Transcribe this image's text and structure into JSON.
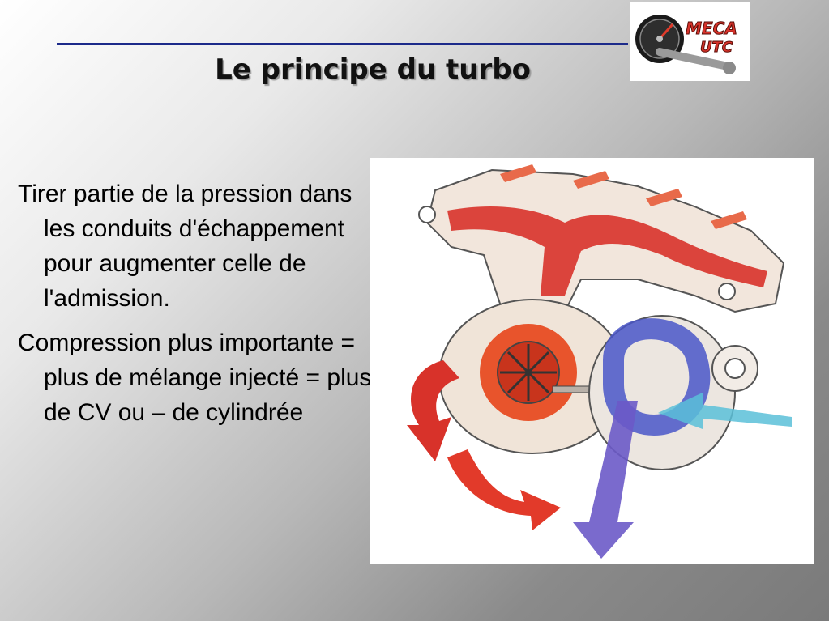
{
  "slide": {
    "title": "Le principe du turbo",
    "bullets": [
      "Tirer partie de la pression dans les conduits d'échappement pour augmenter celle de l'admission.",
      "Compression plus importante = plus de mélange injecté = plus de CV ou – de cylindrée"
    ]
  },
  "logo": {
    "line1": "MECA",
    "line2": "UTC",
    "icon": "gauge-icon"
  },
  "figure": {
    "icon": "turbocharger-illustration",
    "exhaust_color": "#d8322a",
    "intake_color": "#4a56c8"
  },
  "colors": {
    "title_rule": "#1c2a8a",
    "title_text": "#111111",
    "logo_red": "#d8322a"
  }
}
